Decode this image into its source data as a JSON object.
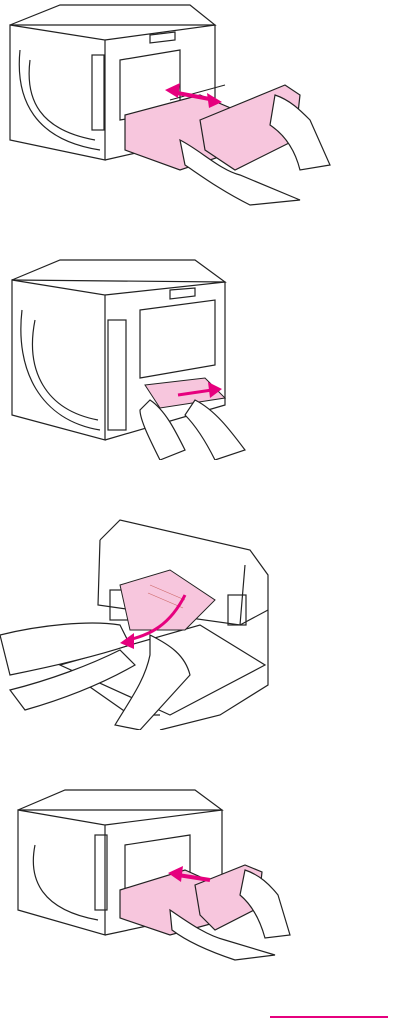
{
  "page": {
    "figures": [
      {
        "id": "step-1",
        "action": "remove-duplexer",
        "arrow": "double-arrow-icon"
      },
      {
        "id": "step-2",
        "action": "pull-jammed-paper-from-rear",
        "arrow": "arrow-right-icon"
      },
      {
        "id": "step-3",
        "action": "remove-paper-from-duplexer",
        "arrow": "curved-arrow-icon"
      },
      {
        "id": "step-4",
        "action": "reinsert-duplexer",
        "arrow": "arrow-left-icon"
      }
    ],
    "colors": {
      "highlight": "#f7c6dd",
      "accent": "#e6007e",
      "line": "#222222"
    }
  }
}
